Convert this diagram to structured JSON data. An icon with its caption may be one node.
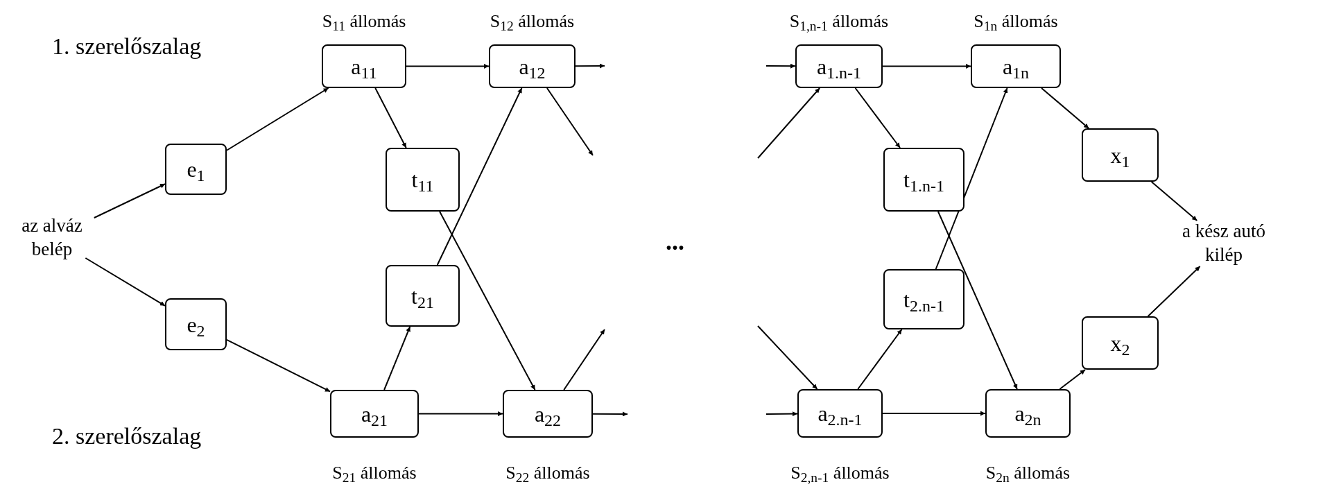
{
  "diagram": {
    "nodes": [
      {
        "text": [
          "az alváz belép"
        ]
      },
      {
        "text": [
          "e$_{1}$"
        ]
      },
      {
        "text": [
          "e$_{2}$"
        ]
      },
      {
        "text": [
          "a$_{11}$"
        ],
        "beside": [
          "S$_{11}$ állomás"
        ]
      },
      {
        "text": [
          "t$_{11}$"
        ]
      },
      {
        "text": [
          "t$_{21}$"
        ]
      },
      {
        "text": [
          "a$_{21}$"
        ],
        "beside": [
          "S$_{21}$ állomás"
        ]
      },
      {
        "text": [
          "a$_{12}$"
        ],
        "beside": [
          "S$_{12}$ állomás"
        ]
      },
      {
        "text": [
          "a$_{22}$"
        ],
        "beside": [
          "S$_{22}$ állomás"
        ]
      },
      {
        "text": [
          "a$_{1.n-1}$"
        ],
        "beside": [
          "S$_{1,n-1}$ állomás"
        ]
      },
      {
        "text": [
          "t$_{1.n-1}$"
        ]
      },
      {
        "text": [
          "t$_{2.n-1}$"
        ]
      },
      {
        "text": [
          "a$_{2.n-1}$"
        ],
        "beside": [
          "S$_{2,n-1}$ állomás"
        ]
      },
      {
        "text": [
          "a$_{1n}$"
        ],
        "beside": [
          "S$_{1n}$ állomás"
        ]
      },
      {
        "text": [
          "a$_{2n}$"
        ],
        "beside": [
          "S$_{2n}$ állomás"
        ]
      },
      {
        "text": [
          "x$_{1}$"
        ]
      },
      {
        "text": [
          "x$_{2}$"
        ]
      },
      {
        "text": [
          "a kész autó kilép"
        ]
      }
    ],
    "edges": [
      {
        "from": 0,
        "to": 1,
        "arrow": "to"
      },
      {
        "from": 0,
        "to": 2,
        "arrow": "to"
      },
      {
        "from": 1,
        "to": 3,
        "arrow": "to"
      },
      {
        "from": 2,
        "to": 6,
        "arrow": "to"
      },
      {
        "from": 3,
        "to": 7,
        "arrow": "to"
      },
      {
        "from": 3,
        "to": 4,
        "arrow": "to"
      },
      {
        "from": 4,
        "to": 8,
        "arrow": "to"
      },
      {
        "from": 6,
        "to": 5,
        "arrow": "to"
      },
      {
        "from": 5,
        "to": 7,
        "arrow": "to"
      },
      {
        "from": 6,
        "to": 8,
        "arrow": "to"
      },
      {
        "from": 7,
        "to": null,
        "arrow": "to"
      },
      {
        "from": 7,
        "to": null,
        "arrow": "to"
      },
      {
        "from": 8,
        "to": null,
        "arrow": "to"
      },
      {
        "from": 8,
        "to": null,
        "arrow": "to"
      },
      {
        "from": null,
        "to": 9,
        "arrow": "to"
      },
      {
        "from": null,
        "to": 9,
        "arrow": "to"
      },
      {
        "from": null,
        "to": 12,
        "arrow": "to"
      },
      {
        "from": null,
        "to": 12,
        "arrow": "to"
      },
      {
        "from": 9,
        "to": 13,
        "arrow": "to"
      },
      {
        "from": 9,
        "to": 10,
        "arrow": "to"
      },
      {
        "from": 10,
        "to": 14,
        "arrow": "to"
      },
      {
        "from": 12,
        "to": 11,
        "arrow": "to"
      },
      {
        "from": 11,
        "to": 13,
        "arrow": "to"
      },
      {
        "from": 12,
        "to": 14,
        "arrow": "to"
      },
      {
        "from": 13,
        "to": 15,
        "arrow": "to"
      },
      {
        "from": 14,
        "to": 16,
        "arrow": "to"
      },
      {
        "from": 15,
        "to": 17,
        "arrow": "to"
      },
      {
        "from": 16,
        "to": 17,
        "arrow": "to"
      }
    ],
    "labels": [
      "1. szerelőszalag",
      "...",
      "2. szerelőszalag"
    ]
  }
}
